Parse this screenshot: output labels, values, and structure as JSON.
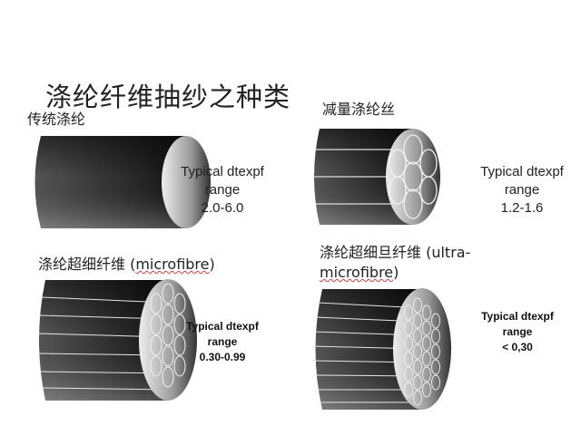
{
  "title": "涤纶纤维抽纱之种类",
  "panels": [
    {
      "heading": "传统涤纶",
      "spec_label": "Typical dtexpf",
      "spec_range_label": "range",
      "spec_value": "2.0-6.0"
    },
    {
      "heading": "减量涤纶丝",
      "spec_label": "Typical dtexpf",
      "spec_range_label": "range",
      "spec_value": "1.2-1.6"
    },
    {
      "heading": "涤纶超细纤维 (",
      "heading_en": "microfibre",
      "heading_end": ")",
      "spec_label": "Typical dtexpf",
      "spec_range_label": "range",
      "spec_value": "0.30-0.99"
    },
    {
      "heading": "涤纶超细旦纤维 (ultra-",
      "heading_en": "microfibre",
      "heading_end": ")",
      "spec_label": "Typical dtexpf",
      "spec_range_label": "range",
      "spec_value": "< 0,30"
    }
  ]
}
